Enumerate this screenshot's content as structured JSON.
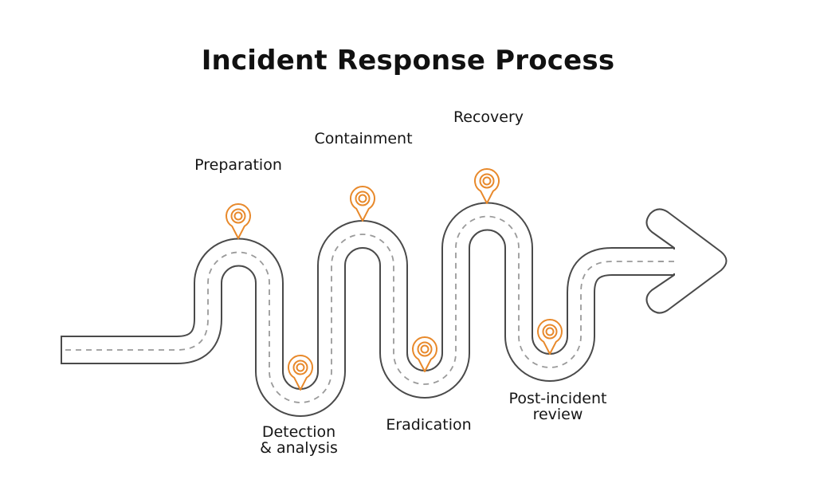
{
  "title": "Incident Response Process",
  "colors": {
    "road_outline": "#4a4a4a",
    "road_fill": "#ffffff",
    "center_dash": "#9a9a9a",
    "pin": "#e8892b",
    "text": "#151515"
  },
  "steps": [
    {
      "order": 1,
      "label_lines": [
        "Preparation"
      ],
      "position": "above",
      "icon": "location-pin-icon"
    },
    {
      "order": 2,
      "label_lines": [
        "Detection",
        "& analysis"
      ],
      "position": "below",
      "icon": "location-pin-icon"
    },
    {
      "order": 3,
      "label_lines": [
        "Containment"
      ],
      "position": "above",
      "icon": "location-pin-icon"
    },
    {
      "order": 4,
      "label_lines": [
        "Eradication"
      ],
      "position": "below",
      "icon": "location-pin-icon"
    },
    {
      "order": 5,
      "label_lines": [
        "Recovery"
      ],
      "position": "above",
      "icon": "location-pin-icon"
    },
    {
      "order": 6,
      "label_lines": [
        "Post-incident",
        "review"
      ],
      "position": "below",
      "icon": "location-pin-icon"
    }
  ],
  "end_marker": "arrow-right-icon"
}
